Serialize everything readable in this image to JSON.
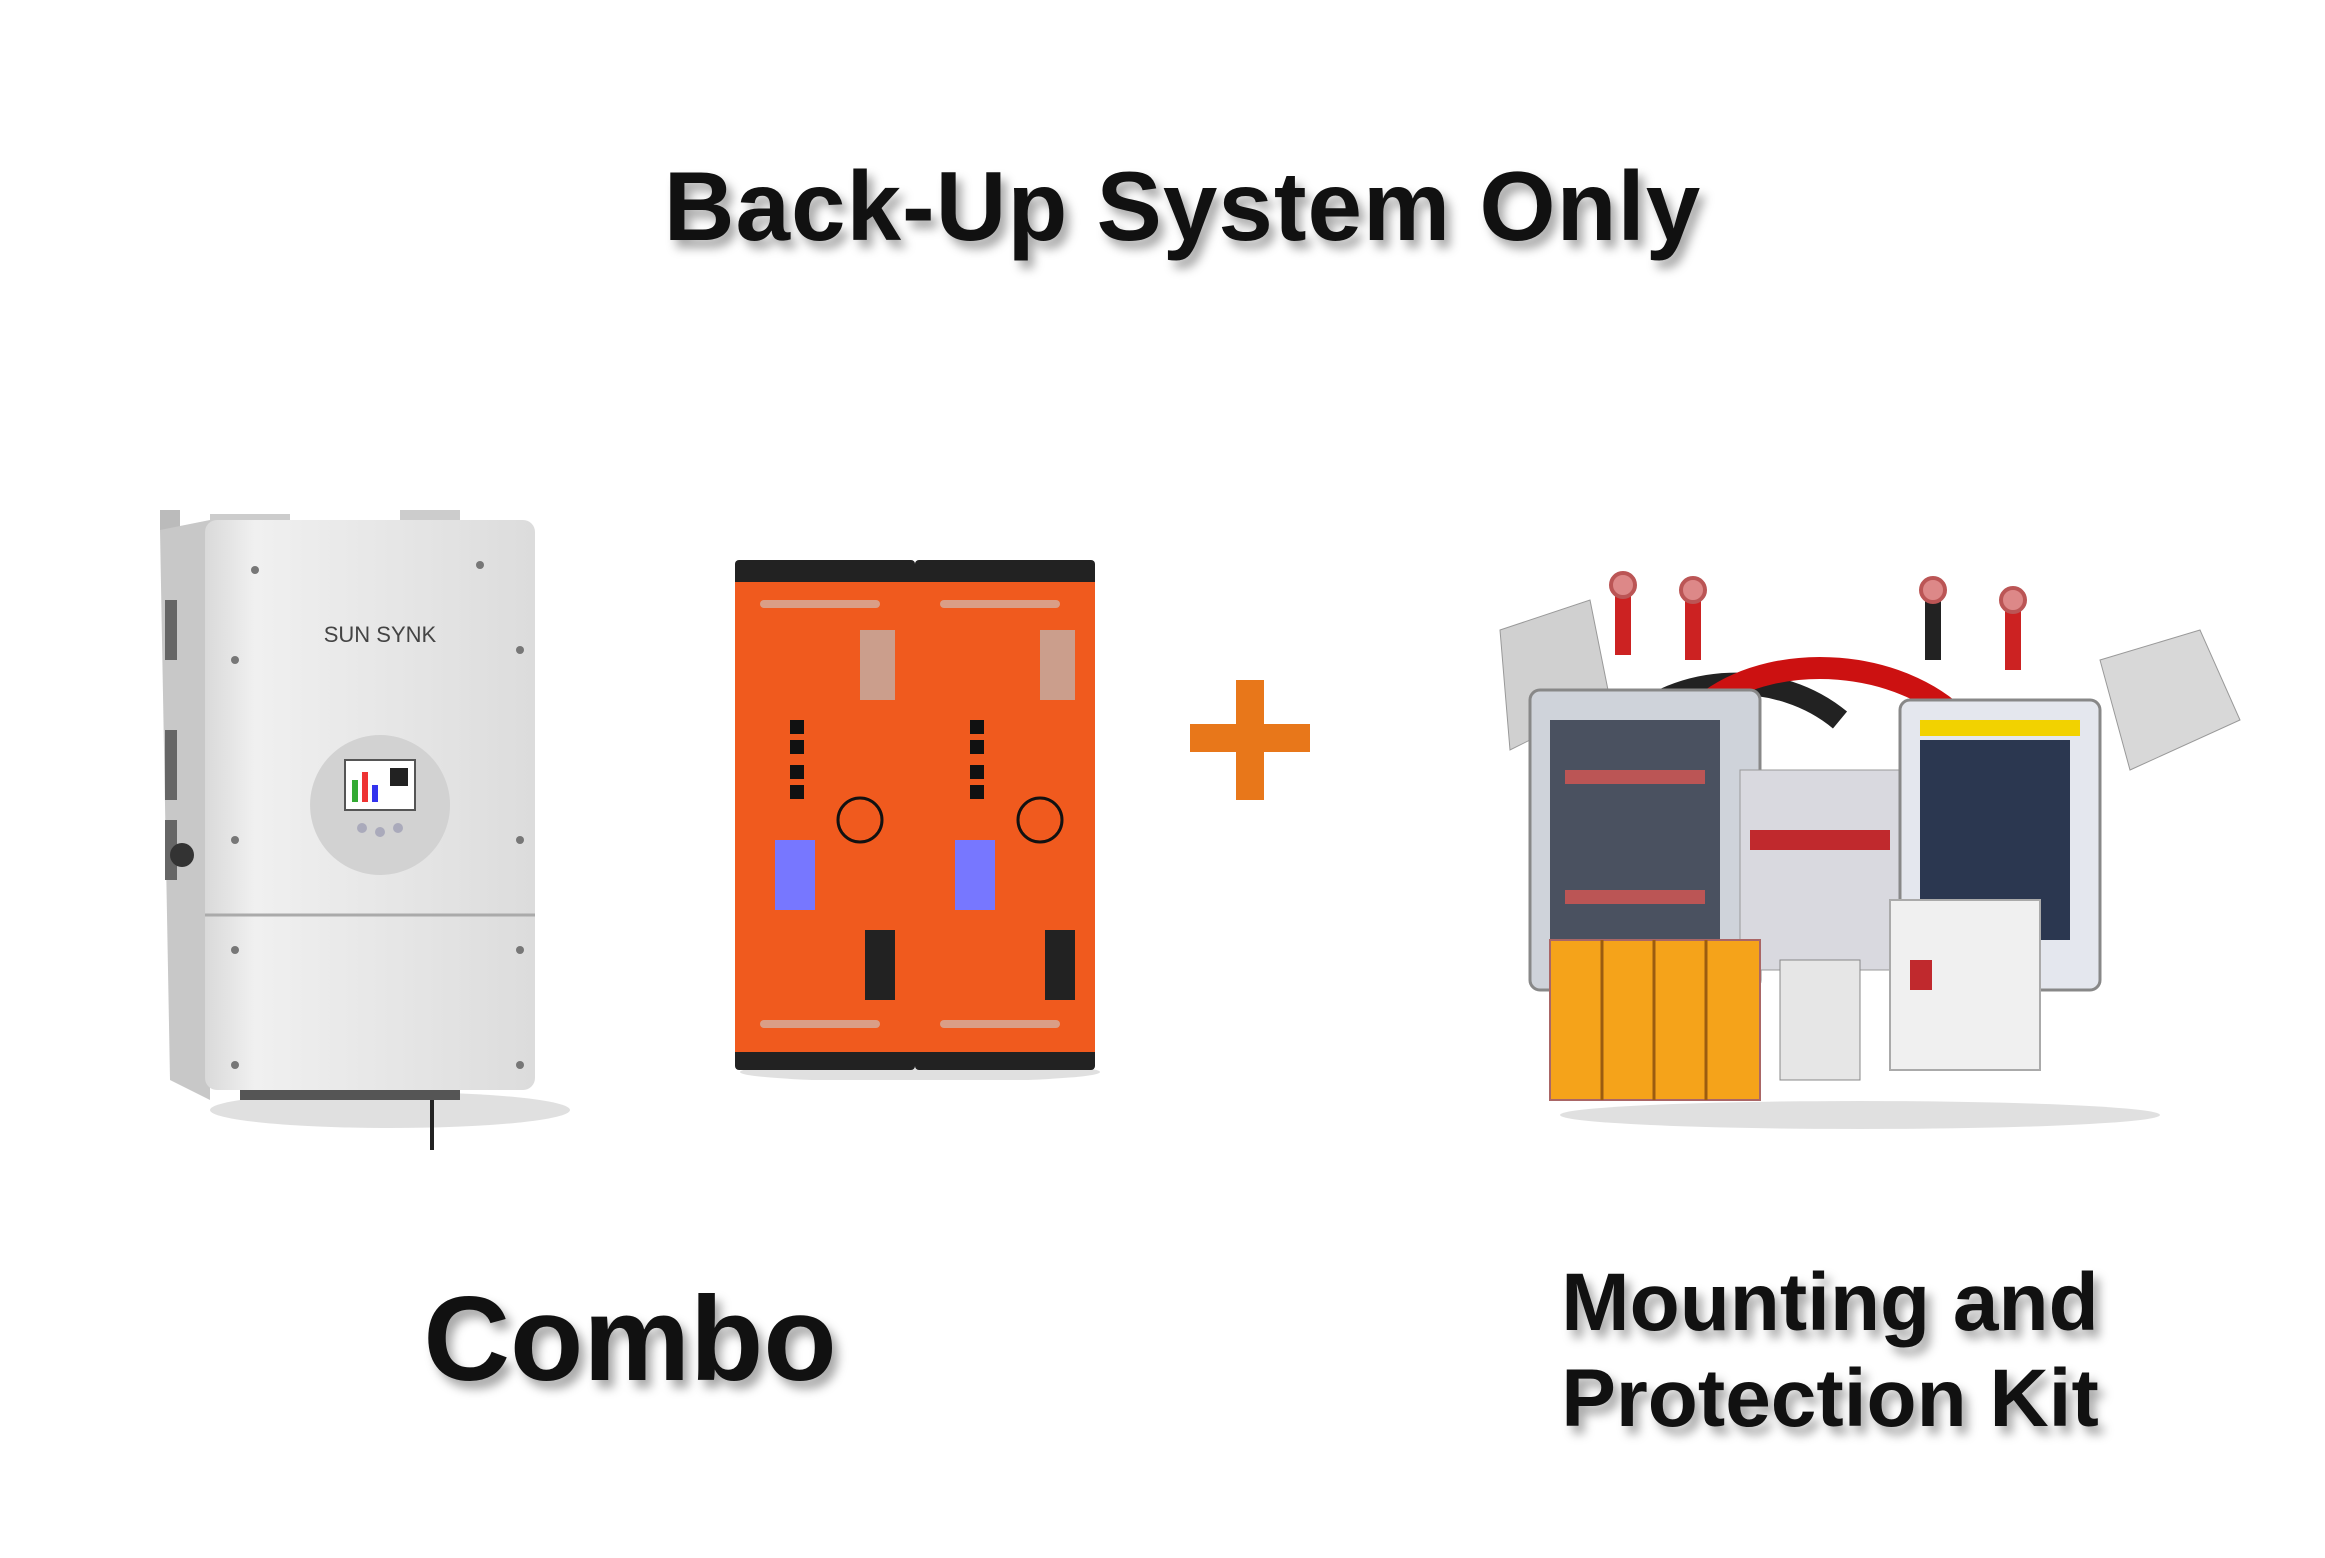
{
  "headline": "Back-Up System Only",
  "left_caption": "Combo",
  "right_caption_line1": "Mounting and",
  "right_caption_line2": "Protection Kit",
  "inverter_logo": "SUN SYNK",
  "accent_color": "#e8771a",
  "battery_color": "#f05a1e",
  "icons": {
    "plus": "plus-icon"
  }
}
